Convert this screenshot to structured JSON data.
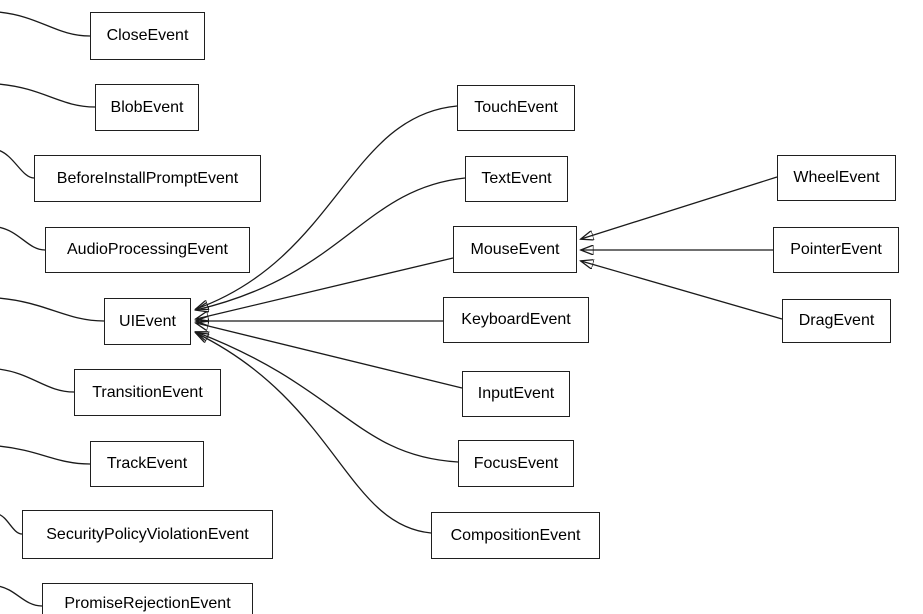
{
  "diagram": {
    "type": "class-hierarchy-graph",
    "background_color": "#ffffff",
    "node_fill_color": "#ffffff",
    "node_border_color": "#1f1f1f",
    "edge_color": "#1a1a1a",
    "nodes": {
      "close_event": {
        "label": "CloseEvent"
      },
      "blob_event": {
        "label": "BlobEvent"
      },
      "before_install_prompt_event": {
        "label": "BeforeInstallPromptEvent"
      },
      "audio_processing_event": {
        "label": "AudioProcessingEvent"
      },
      "ui_event": {
        "label": "UIEvent"
      },
      "transition_event": {
        "label": "TransitionEvent"
      },
      "track_event": {
        "label": "TrackEvent"
      },
      "security_policy_violation_event": {
        "label": "SecurityPolicyViolationEvent"
      },
      "promise_rejection_event": {
        "label": "PromiseRejectionEvent"
      },
      "touch_event": {
        "label": "TouchEvent"
      },
      "text_event": {
        "label": "TextEvent"
      },
      "mouse_event": {
        "label": "MouseEvent"
      },
      "keyboard_event": {
        "label": "KeyboardEvent"
      },
      "input_event": {
        "label": "InputEvent"
      },
      "focus_event": {
        "label": "FocusEvent"
      },
      "composition_event": {
        "label": "CompositionEvent"
      },
      "wheel_event": {
        "label": "WheelEvent"
      },
      "pointer_event": {
        "label": "PointerEvent"
      },
      "drag_event": {
        "label": "DragEvent"
      }
    },
    "edges": [
      {
        "from": "TouchEvent",
        "to": "UIEvent",
        "arrow_at": "UIEvent"
      },
      {
        "from": "TextEvent",
        "to": "UIEvent",
        "arrow_at": "UIEvent"
      },
      {
        "from": "MouseEvent",
        "to": "UIEvent",
        "arrow_at": "UIEvent"
      },
      {
        "from": "KeyboardEvent",
        "to": "UIEvent",
        "arrow_at": "UIEvent"
      },
      {
        "from": "InputEvent",
        "to": "UIEvent",
        "arrow_at": "UIEvent"
      },
      {
        "from": "FocusEvent",
        "to": "UIEvent",
        "arrow_at": "UIEvent"
      },
      {
        "from": "CompositionEvent",
        "to": "UIEvent",
        "arrow_at": "UIEvent"
      },
      {
        "from": "WheelEvent",
        "to": "MouseEvent",
        "arrow_at": "MouseEvent"
      },
      {
        "from": "PointerEvent",
        "to": "MouseEvent",
        "arrow_at": "MouseEvent"
      },
      {
        "from": "DragEvent",
        "to": "MouseEvent",
        "arrow_at": "MouseEvent"
      },
      {
        "from": "CloseEvent",
        "to": "offscreen-left",
        "arrow_at": "none-visible"
      },
      {
        "from": "BlobEvent",
        "to": "offscreen-left",
        "arrow_at": "none-visible"
      },
      {
        "from": "BeforeInstallPromptEvent",
        "to": "offscreen-left",
        "arrow_at": "none-visible"
      },
      {
        "from": "AudioProcessingEvent",
        "to": "offscreen-left",
        "arrow_at": "none-visible"
      },
      {
        "from": "UIEvent",
        "to": "offscreen-left",
        "arrow_at": "none-visible"
      },
      {
        "from": "TransitionEvent",
        "to": "offscreen-left",
        "arrow_at": "none-visible"
      },
      {
        "from": "TrackEvent",
        "to": "offscreen-left",
        "arrow_at": "none-visible"
      },
      {
        "from": "SecurityPolicyViolationEvent",
        "to": "offscreen-left",
        "arrow_at": "none-visible"
      },
      {
        "from": "PromiseRejectionEvent",
        "to": "offscreen-left",
        "arrow_at": "none-visible"
      }
    ]
  }
}
